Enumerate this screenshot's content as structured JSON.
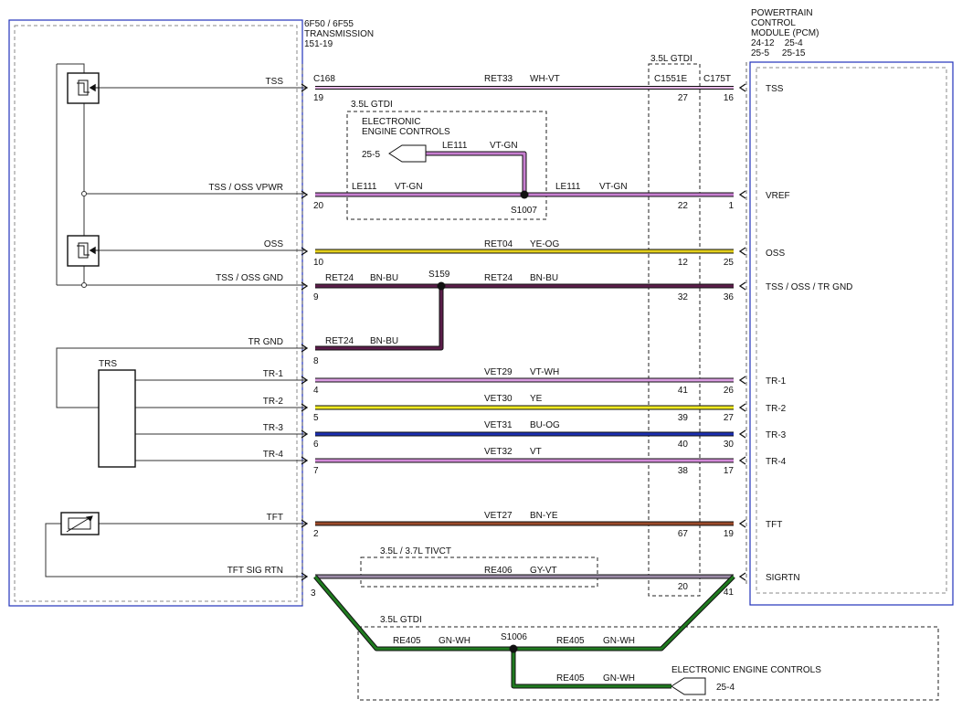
{
  "transmission": {
    "header": [
      "6F50 / 6F55",
      "TRANSMISSION",
      "151-19"
    ],
    "connector": "C168",
    "pins": [
      {
        "signal": "TSS",
        "pin": "19"
      },
      {
        "signal": "TSS / OSS VPWR",
        "pin": "20"
      },
      {
        "signal": "OSS",
        "pin": "10"
      },
      {
        "signal": "TSS / OSS GND",
        "pin": "9"
      },
      {
        "signal": "TR GND",
        "pin": "8"
      },
      {
        "signal": "TR-1",
        "pin": "4"
      },
      {
        "signal": "TR-2",
        "pin": "5"
      },
      {
        "signal": "TR-3",
        "pin": "6"
      },
      {
        "signal": "TR-4",
        "pin": "7"
      },
      {
        "signal": "TFT",
        "pin": "2"
      },
      {
        "signal": "TFT SIG RTN",
        "pin": "3"
      }
    ],
    "trs_label": "TRS"
  },
  "pcm": {
    "header": [
      "POWERTRAIN",
      "CONTROL",
      "MODULE (PCM)",
      "24-12    25-4",
      "25-5     25-15"
    ],
    "connector": "C175T",
    "pins": [
      {
        "signal": "TSS",
        "pin": "16"
      },
      {
        "signal": "VREF",
        "pin": "1"
      },
      {
        "signal": "OSS",
        "pin": "25"
      },
      {
        "signal": "TSS / OSS / TR GND",
        "pin": "36"
      },
      {
        "signal": "TR-1",
        "pin": "26"
      },
      {
        "signal": "TR-2",
        "pin": "27"
      },
      {
        "signal": "TR-3",
        "pin": "30"
      },
      {
        "signal": "TR-4",
        "pin": "17"
      },
      {
        "signal": "TFT",
        "pin": "19"
      },
      {
        "signal": "SIGRTN",
        "pin": "41"
      }
    ]
  },
  "inline_connector": {
    "label": "3.5L GTDI",
    "name": "C1551E",
    "pins": [
      "27",
      "22",
      "12",
      "32",
      "41",
      "39",
      "40",
      "38",
      "67",
      "20"
    ]
  },
  "wires": [
    {
      "circuit": "RET33",
      "color": "WH-VT"
    },
    {
      "circuit": "LE111",
      "color": "VT-GN"
    },
    {
      "circuit": "RET04",
      "color": "YE-OG"
    },
    {
      "circuit": "RET24",
      "color": "BN-BU"
    },
    {
      "circuit": "VET29",
      "color": "VT-WH"
    },
    {
      "circuit": "VET30",
      "color": "YE"
    },
    {
      "circuit": "VET31",
      "color": "BU-OG"
    },
    {
      "circuit": "VET32",
      "color": "VT"
    },
    {
      "circuit": "VET27",
      "color": "BN-YE"
    },
    {
      "circuit": "RE406",
      "color": "GY-VT"
    },
    {
      "circuit": "RE405",
      "color": "GN-WH"
    }
  ],
  "splices": [
    "S1007",
    "S159",
    "S1006"
  ],
  "option_boxes": {
    "gtdi_top": "3.5L GTDI",
    "tivct": "3.5L / 3.7L TIVCT",
    "gtdi_bottom": "3.5L GTDI"
  },
  "eec_top": {
    "title": [
      "ELECTRONIC",
      "ENGINE CONTROLS"
    ],
    "ref": "25-5"
  },
  "eec_bottom": {
    "title": "ELECTRONIC ENGINE CONTROLS",
    "ref": "25-4"
  },
  "wire_colors": {
    "WH-VT": "#e8b8e8",
    "VT-GN": "#c77fd0",
    "YE-OG": "#e3cf1c",
    "BN-BU": "#5b1d4a",
    "VT-WH": "#d99be0",
    "YE": "#f0ea23",
    "BU-OG": "#1c2fb0",
    "VT": "#d28ad8",
    "BN-YE": "#9a4a2a",
    "GY-VT": "#9a8aa6",
    "GN-WH": "#1f7a1f",
    "module_border": "#2233bb"
  }
}
